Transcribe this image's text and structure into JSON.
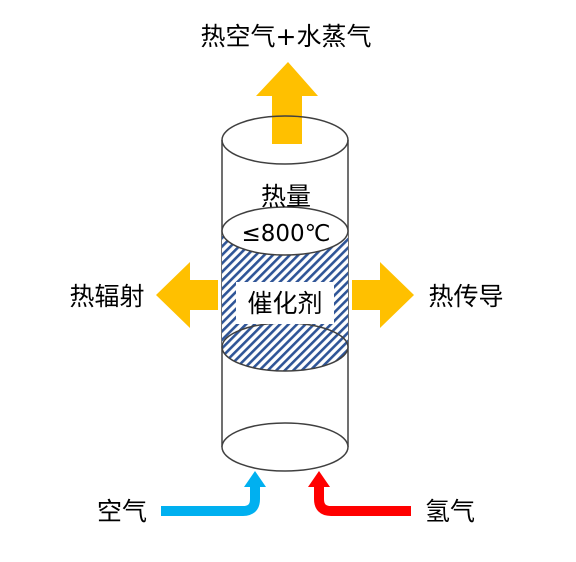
{
  "labels": {
    "top_output": "热空气+水蒸气",
    "heat": "热量",
    "temperature": "≤800℃",
    "catalyst": "催化剂",
    "left_output": "热辐射",
    "right_output": "热传导",
    "input_air": "空气",
    "input_hydrogen": "氢气"
  },
  "colors": {
    "output_arrow": "#FFC000",
    "air_arrow": "#00B0F0",
    "hydrogen_arrow": "#FF0000",
    "catalyst_hatch": "#2F5597",
    "outline": "#404040"
  }
}
